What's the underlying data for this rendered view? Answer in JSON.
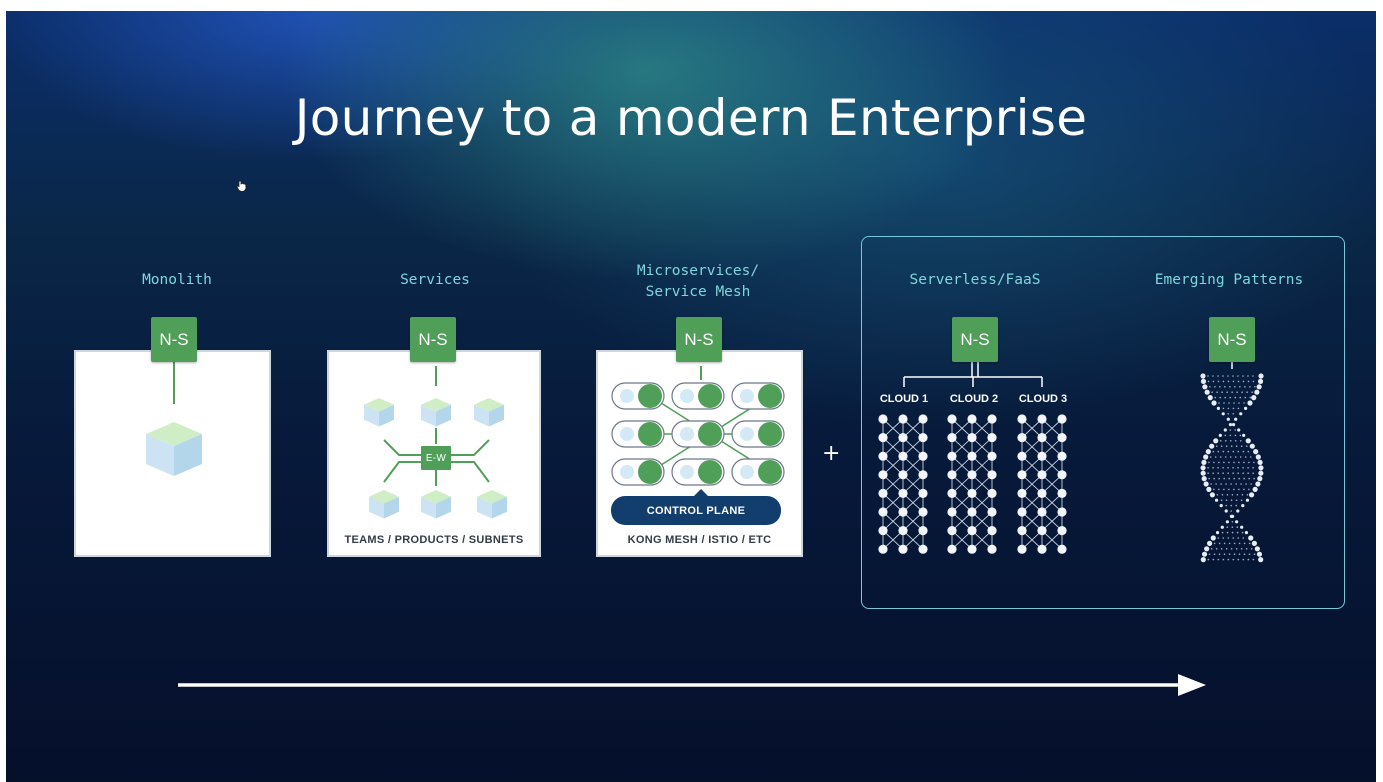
{
  "slide": {
    "title": "Journey to a modern Enterprise"
  },
  "stages": [
    {
      "label": "Monolith",
      "badge": "N-S"
    },
    {
      "label": "Services",
      "badge": "N-S",
      "hub": "E-W",
      "caption": "TEAMS / PRODUCTS / SUBNETS"
    },
    {
      "label_line1": "Microservices/",
      "label_line2": "Service Mesh",
      "badge": "N-S",
      "button": "CONTROL PLANE",
      "caption": "KONG MESH / ISTIO / ETC"
    }
  ],
  "plus": "+",
  "modern": {
    "serverless": {
      "label": "Serverless/FaaS",
      "badge": "N-S",
      "clouds": [
        "CLOUD 1",
        "CLOUD 2",
        "CLOUD 3"
      ]
    },
    "emerging": {
      "label": "Emerging Patterns",
      "badge": "N-S"
    }
  },
  "colors": {
    "badge_green": "#4f9f58",
    "label_cyan": "#7fd6dc",
    "control_plane_navy": "#123e6e",
    "box_border": "#78c8dc"
  },
  "icons": {
    "cursor": "hand-cursor-icon",
    "timeline": "arrow-right-icon"
  }
}
